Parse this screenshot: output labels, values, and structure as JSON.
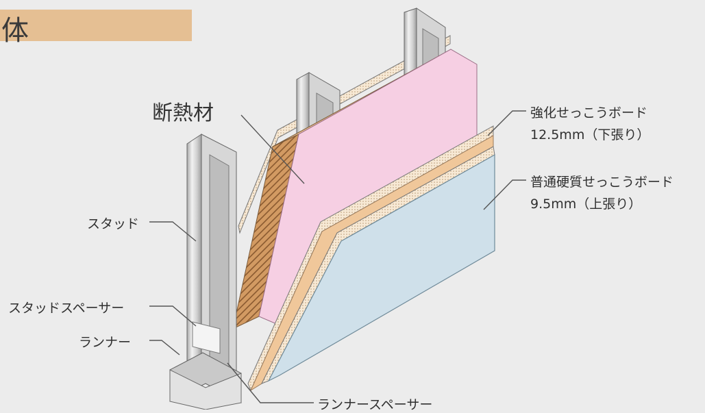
{
  "header": {
    "title": "体"
  },
  "labels": {
    "insulation": "断熱材",
    "stud": "スタッド",
    "stud_spacer": "スタッドスペーサー",
    "runner": "ランナー",
    "runner_spacer": "ランナースペーサー",
    "board_lower_name": "強化せっこうボード",
    "board_lower_spec": "12.5mm（下張り）",
    "board_upper_name": "普通硬質せっこうボード",
    "board_upper_spec": "9.5mm（上張り）"
  },
  "colors": {
    "background": "#ececec",
    "title_bar": "#e5bf93",
    "pink_insulation": "#f6cfe3",
    "orange_layer": "#f0c79a",
    "blue_board": "#cfe0ea",
    "steel": "#d8d8d8",
    "leader": "#555555"
  }
}
